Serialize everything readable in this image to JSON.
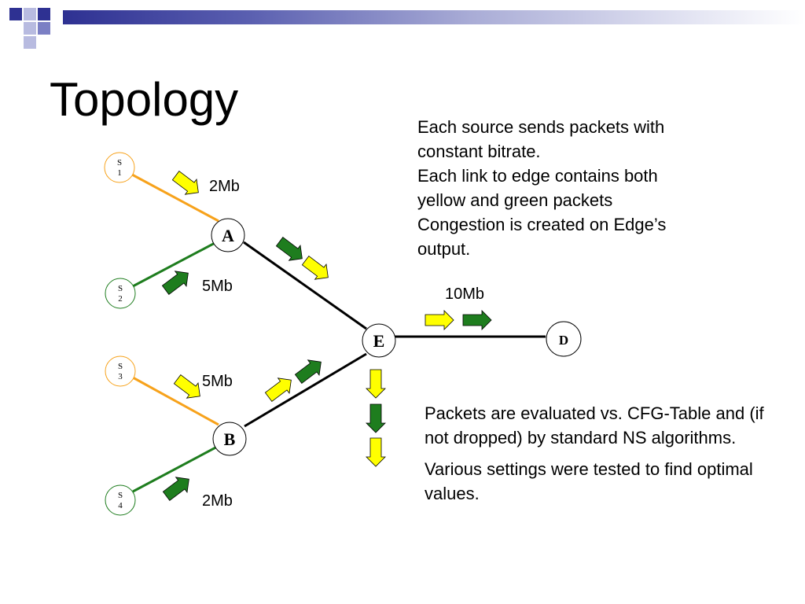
{
  "slide": {
    "title": "Topology",
    "description_lines": [
      "Each source sends packets with",
      "constant bitrate.",
      "Each link to edge contains both",
      "yellow and green packets",
      "Congestion is created on Edge’s",
      "output."
    ],
    "notes": [
      "Packets are evaluated vs. CFG-Table and (if not dropped) by standard NS algorithms.",
      "Various settings were tested to find optimal values."
    ]
  },
  "diagram": {
    "sources": [
      {
        "id": "s1",
        "line1": "S",
        "line2": "1"
      },
      {
        "id": "s2",
        "line1": "S",
        "line2": "2"
      },
      {
        "id": "s3",
        "line1": "S",
        "line2": "3"
      },
      {
        "id": "s4",
        "line1": "S",
        "line2": "4"
      }
    ],
    "nodes": [
      {
        "id": "a",
        "label": "A"
      },
      {
        "id": "b",
        "label": "B"
      },
      {
        "id": "e",
        "label": "E"
      },
      {
        "id": "d",
        "label": "D"
      }
    ],
    "rates": {
      "s1": "2Mb",
      "s2": "5Mb",
      "s3": "5Mb",
      "s4": "2Mb",
      "e_d": "10Mb"
    },
    "colors": {
      "s1_link": "#f7a21b",
      "s2_link": "#1e7d1e",
      "s3_link": "#f7a21b",
      "s4_link": "#1e7d1e",
      "core_link": "#000000",
      "yellow_packet": "#ffff00",
      "green_packet": "#1e7d1e",
      "deco_navy": "#2e3192"
    }
  }
}
